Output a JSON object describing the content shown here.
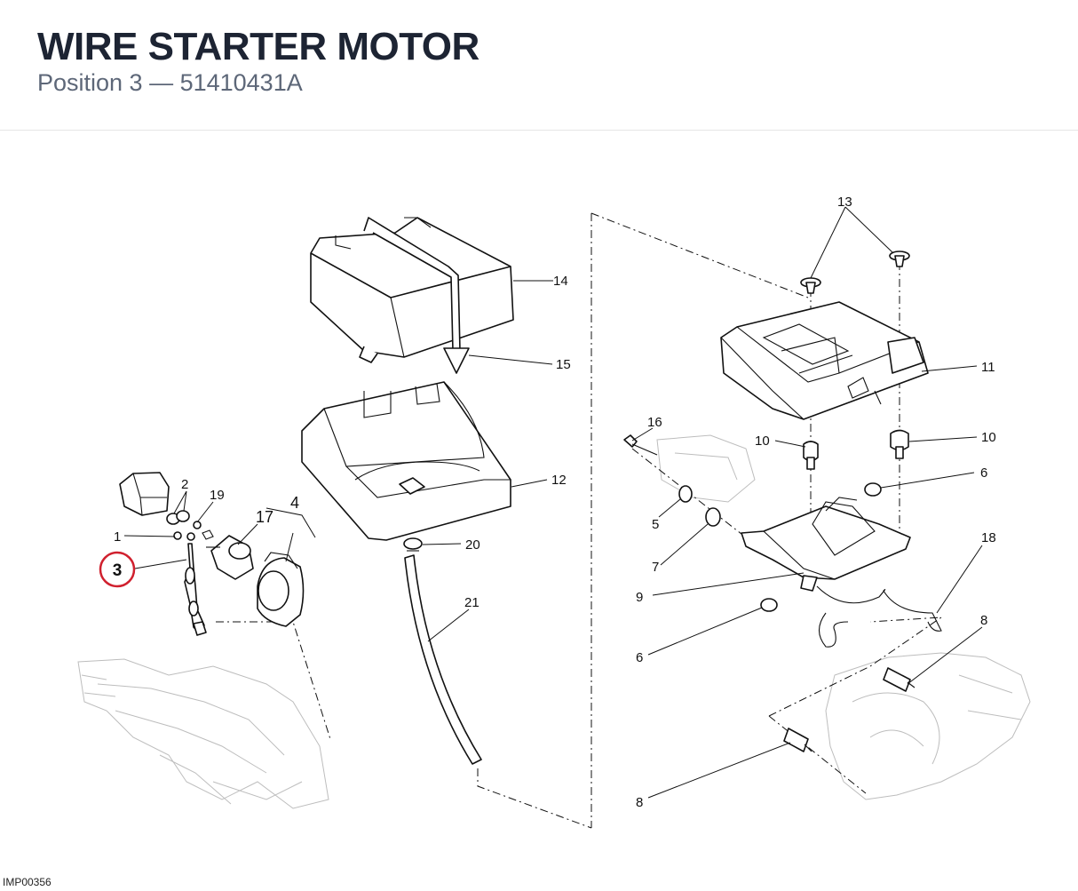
{
  "header": {
    "title": "WIRE STARTER MOTOR",
    "subtitle": "Position 3 — 51410431A"
  },
  "diagram": {
    "highlighted_callout": "3",
    "callouts": {
      "c1": "1",
      "c2": "2",
      "c4": "4",
      "c5": "5",
      "c6a": "6",
      "c6b": "6",
      "c7": "7",
      "c8a": "8",
      "c8b": "8",
      "c9": "9",
      "c10a": "10",
      "c10b": "10",
      "c11": "11",
      "c12": "12",
      "c13": "13",
      "c14": "14",
      "c15": "15",
      "c16": "16",
      "c17": "17",
      "c18": "18",
      "c19": "19",
      "c20": "20",
      "c21": "21"
    },
    "highlight_color": "#d0202e",
    "image_code": "IMP00356"
  }
}
